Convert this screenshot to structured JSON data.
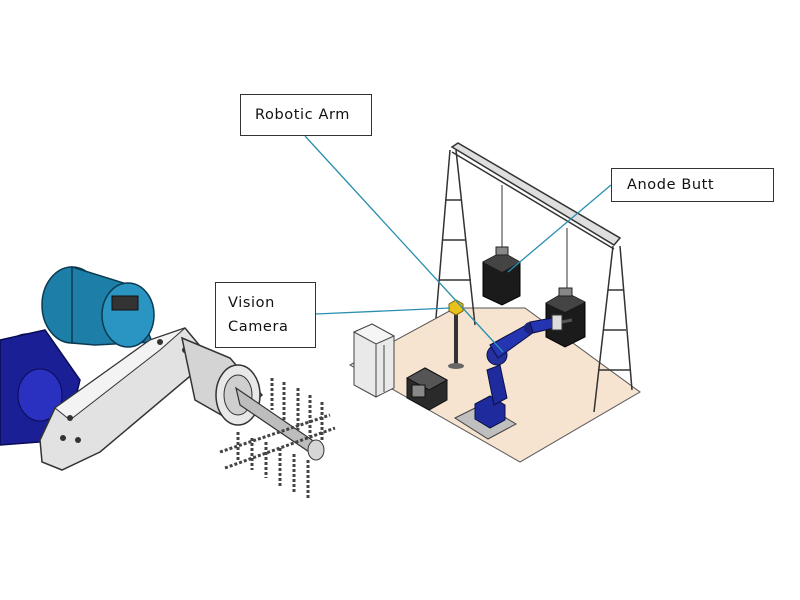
{
  "labels": {
    "robotic_arm": "Robotic Arm",
    "anode_butt": "Anode Butt",
    "vision_camera_line1": "Vision",
    "vision_camera_line2": "Camera"
  },
  "colors": {
    "leader_line": "#2a8fb0",
    "floor": "#f6e3d0",
    "robot": "#1f2a9c",
    "motor": "#1d7fa8",
    "gearbox": "#2024a8",
    "frame": "#dcdcdc",
    "dark_part": "#2b2b2b",
    "camera": "#e8c21a"
  },
  "icons": [
    "robotic-arm-icon",
    "gantry-frame-icon",
    "anode-butt-block-icon",
    "vision-camera-icon",
    "gripper-motor-assembly-icon",
    "control-cabinet-icon",
    "controller-box-icon"
  ]
}
